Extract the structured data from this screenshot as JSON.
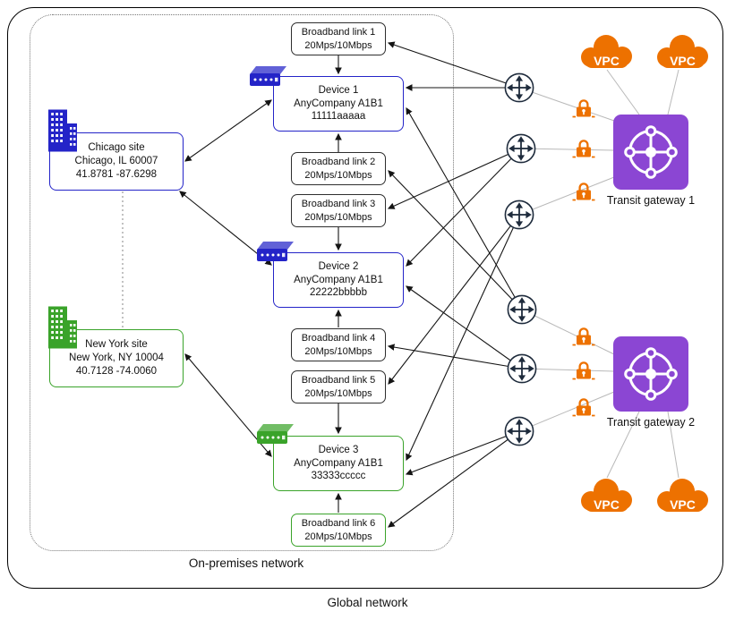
{
  "labels": {
    "global_network": "Global network",
    "on_premises_network": "On-premises network",
    "vpc": "VPC"
  },
  "sites": [
    {
      "name": "Chicago site",
      "address": "Chicago, IL 60007",
      "coords": "41.8781 -87.6298"
    },
    {
      "name": "New York site",
      "address": "New York, NY 10004",
      "coords": "40.7128 -74.0060"
    }
  ],
  "devices": [
    {
      "name": "Device 1",
      "vendor": "AnyCompany A1B1",
      "serial": "11111aaaaa"
    },
    {
      "name": "Device 2",
      "vendor": "AnyCompany A1B1",
      "serial": "22222bbbbb"
    },
    {
      "name": "Device 3",
      "vendor": "AnyCompany A1B1",
      "serial": "33333ccccc"
    }
  ],
  "broadband_links": [
    {
      "name": "Broadband link 1",
      "speed": "20Mps/10Mbps"
    },
    {
      "name": "Broadband link 2",
      "speed": "20Mps/10Mbps"
    },
    {
      "name": "Broadband link 3",
      "speed": "20Mps/10Mbps"
    },
    {
      "name": "Broadband link 4",
      "speed": "20Mps/10Mbps"
    },
    {
      "name": "Broadband link 5",
      "speed": "20Mps/10Mbps"
    },
    {
      "name": "Broadband link 6",
      "speed": "20Mps/10Mbps"
    }
  ],
  "transit_gateways": [
    {
      "name": "Transit gateway 1"
    },
    {
      "name": "Transit gateway 2"
    }
  ],
  "colors": {
    "blue": "#2424C8",
    "green": "#3AA32A",
    "orange": "#ED7100",
    "purple": "#8B46D3"
  }
}
